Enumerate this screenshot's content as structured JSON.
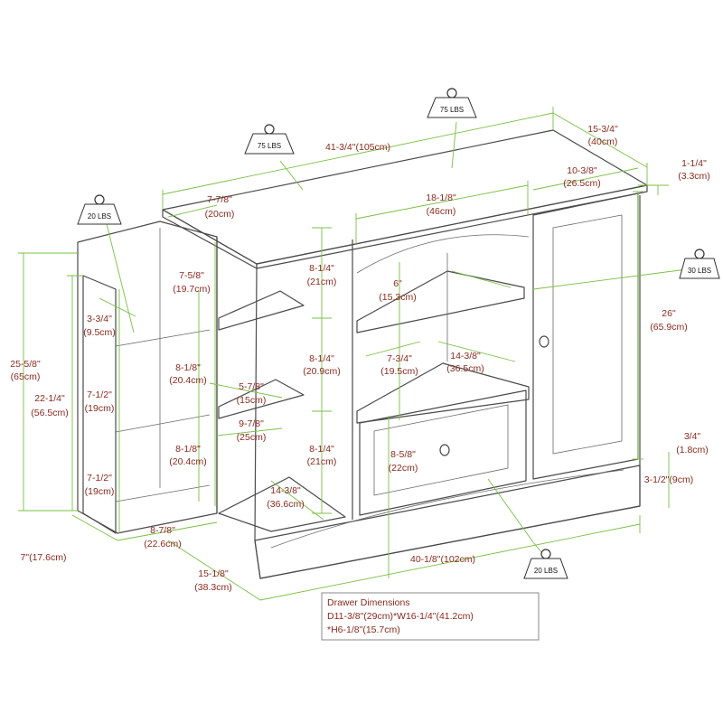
{
  "weights": {
    "top_center": "75 LBS",
    "top_left": "75 LBS",
    "left_shelf": "20 LBS",
    "right_door": "30 LBS",
    "bottom": "20 LBS"
  },
  "dimensions": {
    "width_top": "41-3/4\"(105cm)",
    "depth_top_in": "15-3/4\"",
    "depth_top_cm": "(40cm)",
    "top_lip_in": "1-1/4\"",
    "top_lip_cm": "(3.3cm)",
    "right_cab_width_in": "10-3/8\"",
    "right_cab_width_cm": "(26.5cm)",
    "center_width_in": "18-1/8\"",
    "center_width_cm": "(46cm)",
    "top_overhang_in": "7-7/8\"",
    "top_overhang_cm": "(20cm)",
    "left_shelf_w_in": "7-5/8\"",
    "left_shelf_w_cm": "(19.7cm)",
    "upper_height_in": "8-1/4\"",
    "upper_height_cm": "(21cm)",
    "center_upper_in": "6\"",
    "center_upper_cm": "(15.3cm)",
    "total_height_in": "26\"",
    "total_height_cm": "(65.9cm)",
    "left_height_in": "25-5/8\"",
    "left_height_cm": "(65cm)",
    "left_inner_in": "22-1/4\"",
    "left_inner_cm": "(56.5cm)",
    "left_shelf1_in": "3-3/4\"",
    "left_shelf1_cm": "(9.5cm)",
    "left_shelf2_in": "7-1/2\"",
    "left_shelf2_cm": "(19cm)",
    "left_shelf3_in": "7-1/2\"",
    "left_shelf3_cm": "(19cm)",
    "mid_left1_in": "8-1/8\"",
    "mid_left1_cm": "(20.4cm)",
    "mid_left2_in": "8-1/8\"",
    "mid_left2_cm": "(20.4cm)",
    "mid_height_in": "8-1/4\"",
    "mid_height_cm": "(20.9cm)",
    "low_height_in": "8-1/4\"",
    "low_height_cm": "(21cm)",
    "center_mid_in": "7-3/4\"",
    "center_mid_cm": "(19.5cm)",
    "center_depth_in": "14-3/8\"",
    "center_depth_cm": "(36.5cm)",
    "side_shelf_d_in": "5-7/8\"",
    "side_shelf_d_cm": "(15cm)",
    "side_shelf_w_in": "9-7/8\"",
    "side_shelf_w_cm": "(25cm)",
    "drawer_h_in": "8-5/8\"",
    "drawer_h_cm": "(22cm)",
    "lower_depth_in": "14-3/8\"",
    "lower_depth_cm": "(36.6cm)",
    "door_gap_in": "3/4\"",
    "door_gap_cm": "(1.8cm)",
    "base_height": "3-1/2\"(9cm)",
    "left_depth_in": "8-7/8\"",
    "left_depth_cm": "(22.6cm)",
    "base_side": "7\"(17.6cm)",
    "base_depth_in": "15-1/8\"",
    "base_depth_cm": "(38.3cm)",
    "base_width": "40-1/8\"(102cm)"
  },
  "drawer_box": {
    "title": "Drawer Dimensions",
    "line1": "D11-3/8\"(29cm)*W16-1/4\"(41.2cm)",
    "line2": "*H6-1/8\"(15.7cm)"
  }
}
